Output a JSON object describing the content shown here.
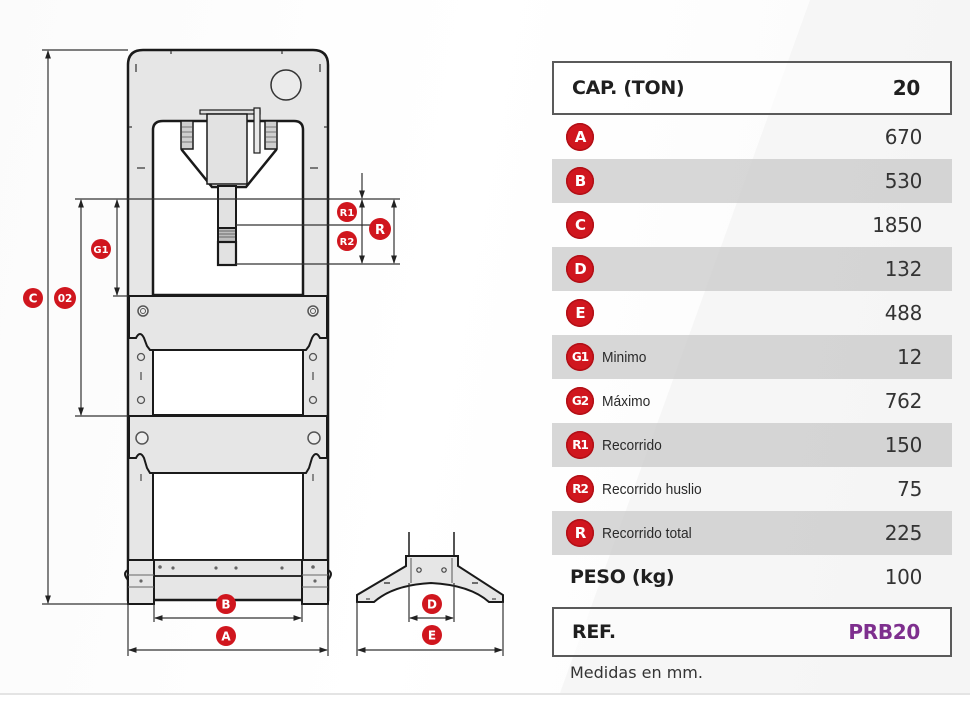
{
  "spec_table": {
    "capacity": {
      "label": "CAP. (TON)",
      "value": "20"
    },
    "rows": [
      {
        "badge": "A",
        "description": "",
        "value": "670",
        "shaded": false
      },
      {
        "badge": "B",
        "description": "",
        "value": "530",
        "shaded": true
      },
      {
        "badge": "C",
        "description": "",
        "value": "1850",
        "shaded": false
      },
      {
        "badge": "D",
        "description": "",
        "value": "132",
        "shaded": true
      },
      {
        "badge": "E",
        "description": "",
        "value": "488",
        "shaded": false
      },
      {
        "badge": "G1",
        "description": "Minimo",
        "value": "12",
        "shaded": true
      },
      {
        "badge": "G2",
        "description": "Máximo",
        "value": "762",
        "shaded": false
      },
      {
        "badge": "R1",
        "description": "Recorrido",
        "value": "150",
        "shaded": true
      },
      {
        "badge": "R2",
        "description": "Recorrido huslio",
        "value": "75",
        "shaded": false
      },
      {
        "badge": "R",
        "description": "Recorrido total",
        "value": "225",
        "shaded": true
      }
    ],
    "weight": {
      "label": "PESO (kg)",
      "value": "100"
    },
    "reference": {
      "label": "REF.",
      "value": "PRB20"
    },
    "note": "Medidas en mm."
  },
  "diagram": {
    "front_view_labels": {
      "height": "C",
      "opening_max": "02",
      "opening_min": "G1",
      "stroke_1": "R1",
      "stroke_2": "R2",
      "stroke_total": "R",
      "inner_width": "B",
      "outer_width": "A"
    },
    "side_view_labels": {
      "post_width": "D",
      "foot_width": "E"
    }
  },
  "colors": {
    "badge_red": "#d0161e",
    "reference_purple": "#7e2f8e",
    "row_shade": "#c8c8c8",
    "frame_fill": "#e6e6e6",
    "line": "#1a1a1a"
  }
}
